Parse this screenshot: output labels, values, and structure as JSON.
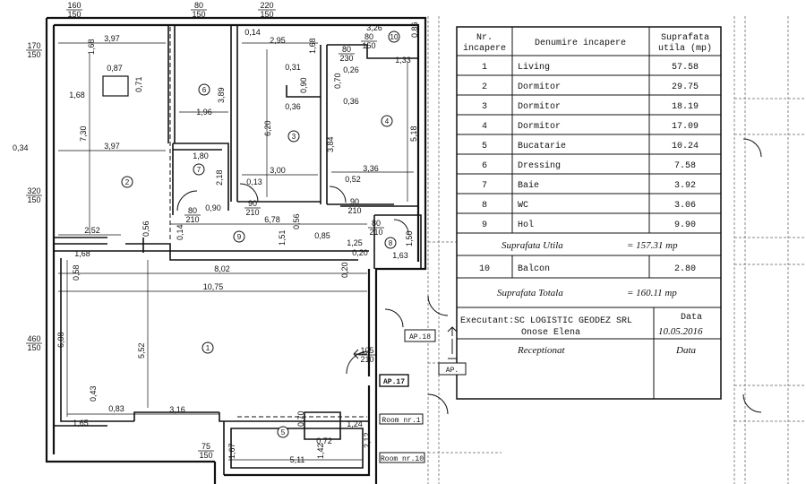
{
  "table": {
    "head_nr": "Nr.",
    "head_nr2": "incapere",
    "head_name": "Denumire incapere",
    "head_area": "Suprafata",
    "head_area2": "utila (mp)",
    "rows": [
      {
        "nr": "1",
        "name": "Living",
        "area": "57.58"
      },
      {
        "nr": "2",
        "name": "Dormitor",
        "area": "29.75"
      },
      {
        "nr": "3",
        "name": "Dormitor",
        "area": "18.19"
      },
      {
        "nr": "4",
        "name": "Dormitor",
        "area": "17.09"
      },
      {
        "nr": "5",
        "name": "Bucatarie",
        "area": "10.24"
      },
      {
        "nr": "6",
        "name": "Dressing",
        "area": "7.58"
      },
      {
        "nr": "7",
        "name": "Baie",
        "area": "3.92"
      },
      {
        "nr": "8",
        "name": "WC",
        "area": "3.06"
      },
      {
        "nr": "9",
        "name": "Hol",
        "area": "9.90"
      }
    ],
    "util_label": "Suprafata Utila",
    "util_value": "= 157.31 mp",
    "balcon": {
      "nr": "10",
      "name": "Balcon",
      "area": "2.80"
    },
    "total_label": "Suprafata Totala",
    "total_value": "= 160.11 mp",
    "executant": "Executant:SC LOGISTIC GEODEZ SRL",
    "person": "Onose Elena",
    "data_label": "Data",
    "date": "10.05.2016",
    "receptionat": "Receptionat",
    "data_label2": "Data"
  },
  "tags": {
    "ap18": "AP.18",
    "ap17": "AP.17",
    "ap": "AP.",
    "room_a": "Room nr.1",
    "room_b": "Room nr.10"
  },
  "room_numbers": [
    "1",
    "2",
    "3",
    "4",
    "5",
    "6",
    "7",
    "8",
    "9",
    "10"
  ],
  "dims": {
    "top_160_150": [
      "160",
      "150"
    ],
    "top_80_150": [
      "80",
      "150"
    ],
    "top_220_150": [
      "220",
      "150"
    ],
    "left_170_150": [
      "170",
      "150"
    ],
    "left_320_150": [
      "320",
      "150"
    ],
    "left_460_150": [
      "460",
      "150"
    ],
    "bot_75_150": [
      "75",
      "150"
    ],
    "d397": "3,97",
    "d168a": "1,68",
    "d087": "0,87",
    "d071": "0,71",
    "d168b": "1,68",
    "d730": "7,30",
    "d397b": "3,97",
    "d034": "0,34",
    "d389": "3,89",
    "d196": "1,96",
    "d014a": "0,14",
    "d295": "2,95",
    "d168c": "1,68",
    "d031": "0,31",
    "d090": "0,90",
    "d036a": "0,36",
    "d620": "6,20",
    "d326": "3,26",
    "d080_230": [
      "80",
      "230"
    ],
    "d080_150b": [
      "80",
      "150"
    ],
    "d086": "0,86",
    "d133": "1,33",
    "d026": "0,26",
    "d070": "0,70",
    "d036b": "0,36",
    "d518": "5,18",
    "d384": "3,84",
    "d180": "1,80",
    "d218": "2,18",
    "d300": "3,00",
    "d336": "3,36",
    "d013": "0,13",
    "d052": "0,52",
    "d090b": "0,90",
    "d80_210a": [
      "80",
      "210"
    ],
    "d90_210a": [
      "90",
      "210"
    ],
    "d90_210b": [
      "90",
      "210"
    ],
    "d80_210b": [
      "80",
      "210"
    ],
    "d678": "6,78",
    "d252": "2,52",
    "d056a": "0,56",
    "d056b": "0,56",
    "d014b": "0,14",
    "d151": "1,51",
    "d085": "0,85",
    "d125": "1,25",
    "d020a": "0,20",
    "d020b": "0,20",
    "d063": "1,63",
    "d150": "1,50",
    "d168d": "1,68",
    "d058": "0,58",
    "d802": "8,02",
    "d1075": "10,75",
    "d608": "6,08",
    "d552": "5,52",
    "d105_210": [
      "105",
      "210"
    ],
    "d043": "0,43",
    "d083": "0,83",
    "d316": "3,16",
    "d165": "1,65",
    "d070b": "0,70",
    "d072": "0,72",
    "d124": "1,24",
    "d142": "1,42",
    "d212": "2,12",
    "d167": "1,67",
    "d511": "5,11"
  }
}
